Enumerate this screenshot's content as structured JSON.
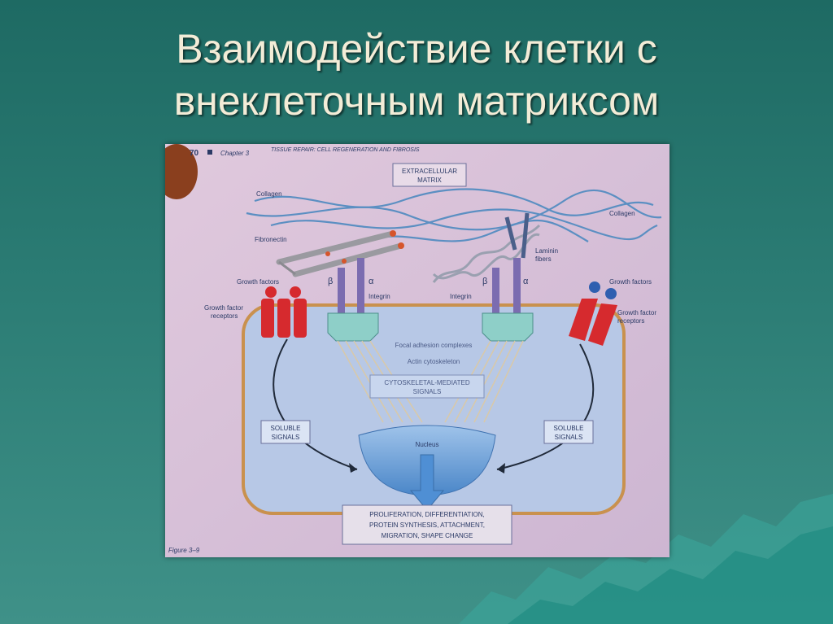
{
  "slide": {
    "title_line1": "Взаимодействие клетки с",
    "title_line2": "внеклеточным матриксом"
  },
  "page_header": {
    "page_number": "70",
    "chapter": "Chapter 3",
    "running_title": "TISSUE REPAIR: CELL REGENERATION AND FIBROSIS"
  },
  "diagram": {
    "extracellular_matrix": [
      "EXTRACELLULAR",
      "MATRIX"
    ],
    "collagen_left": "Collagen",
    "collagen_right": "Collagen",
    "fibronectin": "Fibronectin",
    "laminin": [
      "Laminin",
      "fibers"
    ],
    "growth_factors_left": "Growth factors",
    "growth_factors_right": "Growth factors",
    "gf_receptors_left": [
      "Growth factor",
      "receptors"
    ],
    "gf_receptors_right": [
      "Growth factor",
      "receptors"
    ],
    "beta": "β",
    "alpha": "α",
    "integrin_left": "Integrin",
    "integrin_right": "Integrin",
    "focal_adhesion": "Focal adhesion complexes",
    "actin": "Actin cytoskeleton",
    "cytoskeletal_signals": [
      "CYTOSKELETAL-MEDIATED",
      "SIGNALS"
    ],
    "soluble_signals_left": [
      "SOLUBLE",
      "SIGNALS"
    ],
    "soluble_signals_right": [
      "SOLUBLE",
      "SIGNALS"
    ],
    "nucleus": "Nucleus",
    "outcomes": [
      "PROLIFERATION, DIFFERENTIATION,",
      "PROTEIN SYNTHESIS, ATTACHMENT,",
      "MIGRATION, SHAPE CHANGE"
    ],
    "figure_label": "Figure 3–9"
  },
  "colors": {
    "background": "#2b7c74",
    "title_text": "#f3ecd7",
    "page": "#d6c2d6",
    "cell_fill": "#b7c8e6",
    "cell_membrane": "#c9914e",
    "collagen": "#5b8fc2",
    "receptor_red": "#d62a2e",
    "integrin_purple": "#7b6cb0",
    "focal_adhesion": "#8ecfc8",
    "nucleus": "#5f99d6",
    "label_text": "#2b3a66"
  }
}
